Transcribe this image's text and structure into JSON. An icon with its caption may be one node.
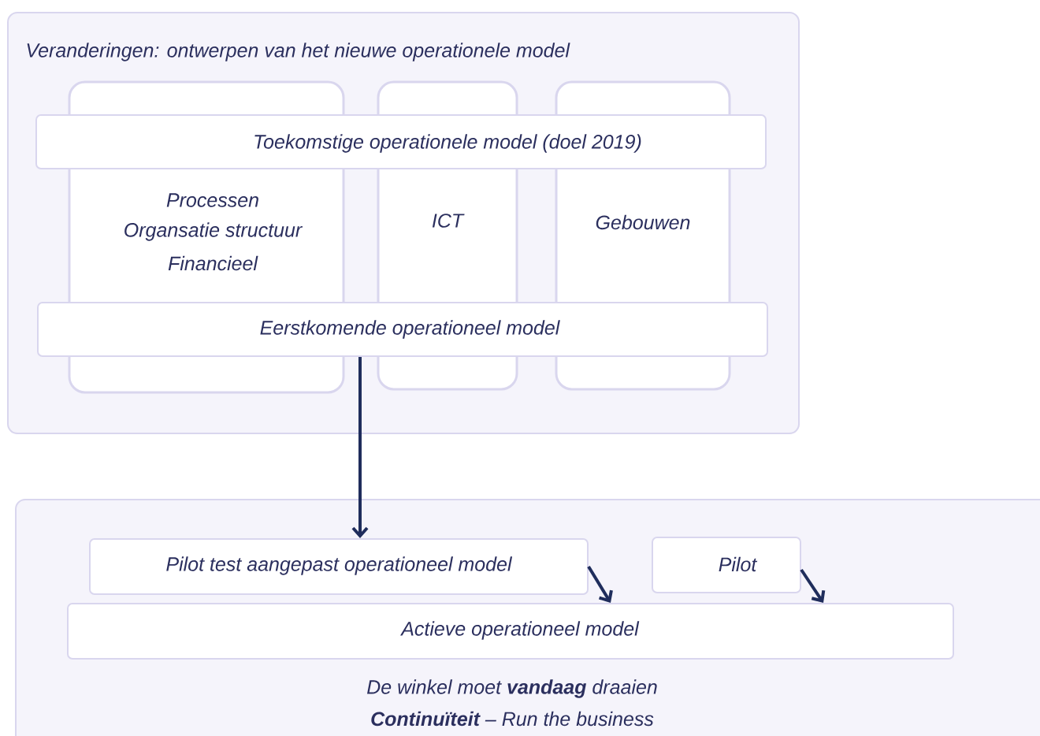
{
  "diagram": {
    "nodes": [
      {
        "text": [
          "Veranderingen: ontwerpen van het nieuwe operationele model"
        ]
      },
      {
        "text": [
          "Processen",
          "Organsatie structuur",
          "Financieel"
        ],
        "in": 0
      },
      {
        "text": [
          "ICT"
        ],
        "in": 0
      },
      {
        "text": [
          "Gebouwen"
        ],
        "in": 0
      },
      {
        "text": [
          "Toekomstige operationele model (doel 2019)"
        ],
        "in": 0
      },
      {
        "text": [
          "Eerstkomende operationeel model"
        ],
        "in": 0
      },
      {
        "text": [
          "De winkel moet **vandaag** draaien",
          "**Continuïteit** – Run the business"
        ]
      },
      {
        "text": [
          "Pilot test aangepast operationeel model"
        ],
        "in": 6
      },
      {
        "text": [
          "Pilot"
        ],
        "in": 6
      },
      {
        "text": [
          "Actieve operationeel model"
        ],
        "in": 6
      }
    ],
    "edges": [
      {
        "from": 5,
        "to": 7,
        "arrow": "to"
      },
      {
        "from": 7,
        "to": 9,
        "arrow": "to"
      },
      {
        "from": 8,
        "to": 9,
        "arrow": "to"
      }
    ]
  }
}
